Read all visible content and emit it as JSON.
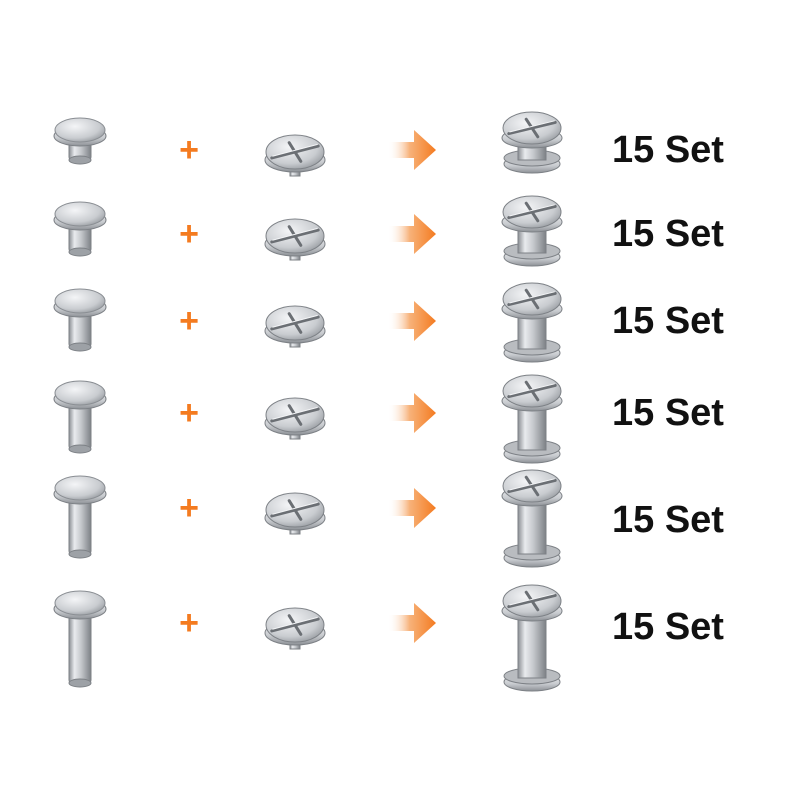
{
  "rows": [
    {
      "label": "15 Set"
    },
    {
      "label": "15 Set"
    },
    {
      "label": "15 Set"
    },
    {
      "label": "15 Set"
    },
    {
      "label": "15 Set"
    },
    {
      "label": "15 Set"
    }
  ],
  "colors": {
    "accent": "#f47b20",
    "metal": "#c9ccd0",
    "text": "#111111",
    "background": "#ffffff"
  },
  "icons": {
    "plus": "plus-icon",
    "arrow": "arrow-right-icon",
    "rivet": "rivet-post-icon",
    "screw": "binding-screw-icon",
    "assembled": "chicago-screw-icon"
  }
}
